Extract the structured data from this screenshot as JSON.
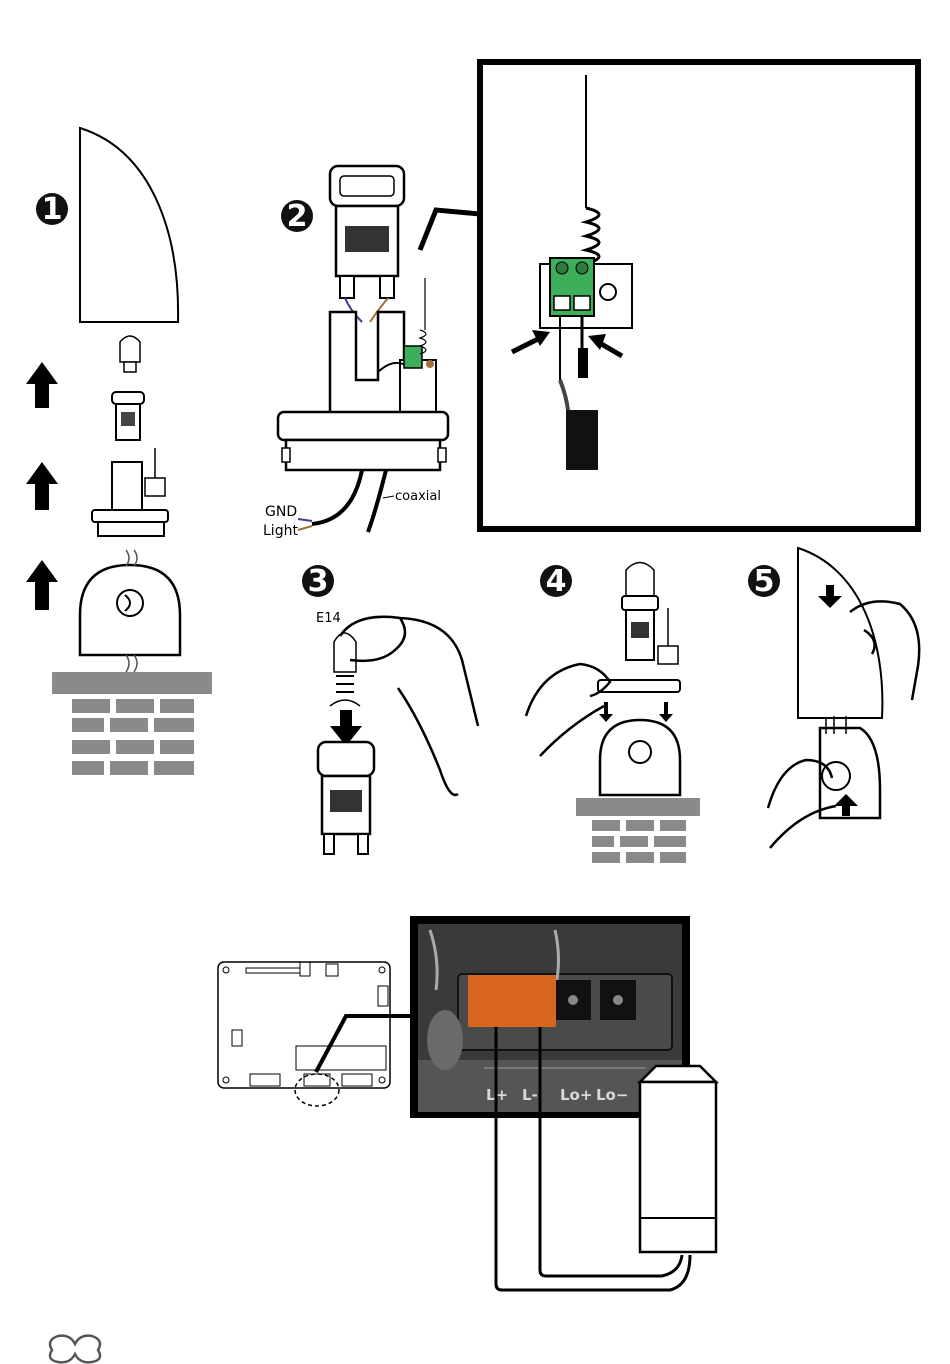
{
  "steps": [
    {
      "number": "1"
    },
    {
      "number": "2"
    },
    {
      "number": "3"
    },
    {
      "number": "4"
    },
    {
      "number": "5"
    }
  ],
  "labels": {
    "gnd": "GND",
    "light": "Light",
    "coaxial": "coaxial",
    "bulb_type": "E14"
  },
  "terminal_labels": [
    "L+",
    "L-",
    "Lo+",
    "Lo−"
  ],
  "colors": {
    "ink": "#000000",
    "brick": "#8a8a8a",
    "terminal_green": "#3fae5a",
    "highlight_orange": "#d9661f",
    "photo_dark": "#2a2a2a",
    "wire_blue": "#3a3f8f",
    "wire_brown": "#a0703a"
  },
  "icons": [
    "up-arrow-icon",
    "down-arrow-icon",
    "logo-icon"
  ]
}
